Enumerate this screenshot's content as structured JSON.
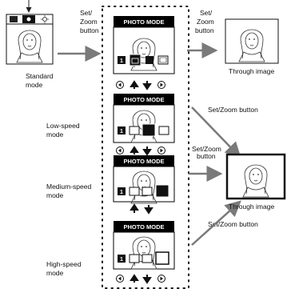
{
  "diagram": {
    "button_label_left": [
      "Set/",
      "Zoom",
      "button"
    ],
    "button_label_right": [
      "Set/",
      "Zoom",
      "button"
    ],
    "panel_header": "PHOTO MODE",
    "modes": [
      {
        "label": [
          "Standard",
          "mode"
        ]
      },
      {
        "label": [
          "Low-speed",
          "mode"
        ]
      },
      {
        "label": [
          "Medium-speed",
          "mode"
        ]
      },
      {
        "label": [
          "High-speed",
          "mode"
        ]
      }
    ],
    "through_image_top": "Through image",
    "through_image_bottom": "Through image",
    "set_zoom_button_low": "Set/Zoom button",
    "set_zoom_button_medium": [
      "Set/Zoom",
      "button"
    ],
    "set_zoom_button_high": "Set/Zoom button",
    "icon_digit": "1"
  }
}
